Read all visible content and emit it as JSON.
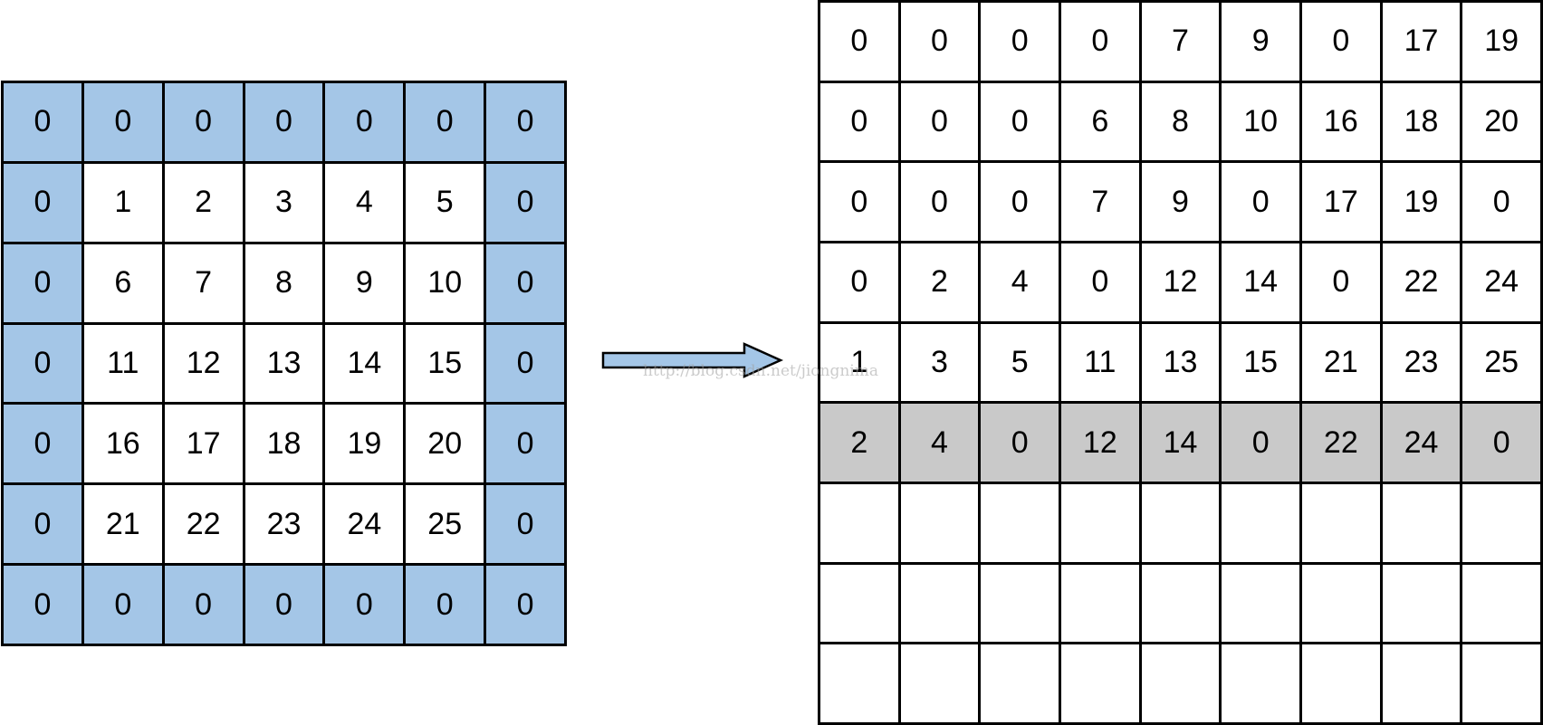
{
  "colors": {
    "padding_fill": "#a4c6e7",
    "highlight_fill": "#c9c9c9",
    "cell_fill": "#ffffff",
    "border": "#000000",
    "arrow_fill": "#a4c6e7"
  },
  "left_grid": {
    "rows": [
      [
        "0",
        "0",
        "0",
        "0",
        "0",
        "0",
        "0"
      ],
      [
        "0",
        "1",
        "2",
        "3",
        "4",
        "5",
        "0"
      ],
      [
        "0",
        "6",
        "7",
        "8",
        "9",
        "10",
        "0"
      ],
      [
        "0",
        "11",
        "12",
        "13",
        "14",
        "15",
        "0"
      ],
      [
        "0",
        "16",
        "17",
        "18",
        "19",
        "20",
        "0"
      ],
      [
        "0",
        "21",
        "22",
        "23",
        "24",
        "25",
        "0"
      ],
      [
        "0",
        "0",
        "0",
        "0",
        "0",
        "0",
        "0"
      ]
    ],
    "padding_border": true
  },
  "right_grid": {
    "rows": [
      [
        "0",
        "0",
        "0",
        "0",
        "7",
        "9",
        "0",
        "17",
        "19"
      ],
      [
        "0",
        "0",
        "0",
        "6",
        "8",
        "10",
        "16",
        "18",
        "20"
      ],
      [
        "0",
        "0",
        "0",
        "7",
        "9",
        "0",
        "17",
        "19",
        "0"
      ],
      [
        "0",
        "2",
        "4",
        "0",
        "12",
        "14",
        "0",
        "22",
        "24"
      ],
      [
        "1",
        "3",
        "5",
        "11",
        "13",
        "15",
        "21",
        "23",
        "25"
      ],
      [
        "2",
        "4",
        "0",
        "12",
        "14",
        "0",
        "22",
        "24",
        "0"
      ],
      [
        "",
        "",
        "",
        "",
        "",
        "",
        "",
        "",
        ""
      ],
      [
        "",
        "",
        "",
        "",
        "",
        "",
        "",
        "",
        ""
      ],
      [
        "",
        "",
        "",
        "",
        "",
        "",
        "",
        "",
        ""
      ]
    ],
    "highlighted_row": 6
  },
  "watermark": "http://blog.csdn.net/jiongnima"
}
